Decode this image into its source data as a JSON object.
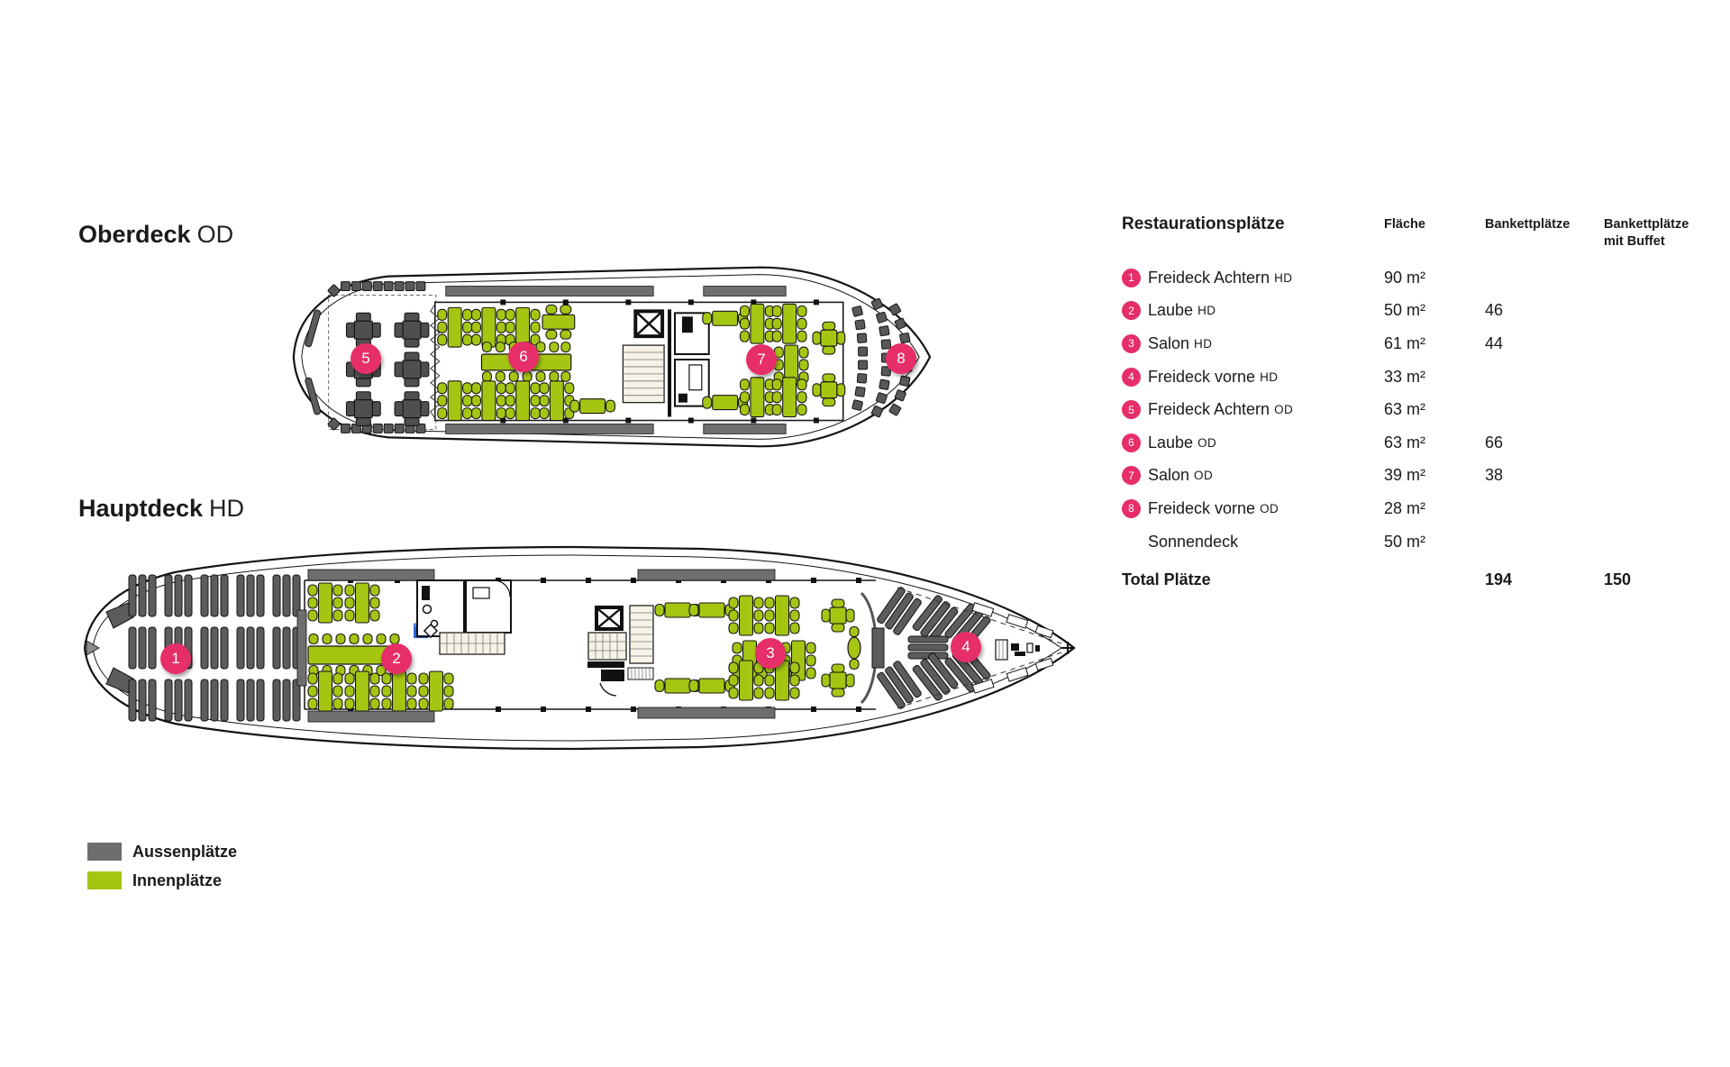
{
  "colors": {
    "pink": "#e62e68",
    "green": "#a4c613",
    "gray": "#6e6e6e"
  },
  "decks": [
    {
      "title": "Oberdeck",
      "code": "OD",
      "markers": [
        "5",
        "6",
        "7",
        "8"
      ]
    },
    {
      "title": "Hauptdeck",
      "code": "HD",
      "markers": [
        "1",
        "2",
        "3",
        "4"
      ]
    }
  ],
  "plan_icons": {
    "wheelchair_symbol": "♿"
  },
  "legend": {
    "items": [
      {
        "label": "Aussenplätze",
        "color": "#6e6e6e"
      },
      {
        "label": "Innenplätze",
        "color": "#a4c613"
      }
    ]
  },
  "table": {
    "title": "Restaurationsplätze",
    "columns": [
      "Fläche",
      "Bankettplätze",
      "Bankettplätze mit Buffet"
    ],
    "rows": [
      {
        "num": "1",
        "name": "Freideck Achtern",
        "deck": "HD",
        "flaeche": "90 m²",
        "bankett": "",
        "buffet": ""
      },
      {
        "num": "2",
        "name": "Laube",
        "deck": "HD",
        "flaeche": "50 m²",
        "bankett": "46",
        "buffet": ""
      },
      {
        "num": "3",
        "name": "Salon",
        "deck": "HD",
        "flaeche": "61 m²",
        "bankett": "44",
        "buffet": ""
      },
      {
        "num": "4",
        "name": "Freideck vorne",
        "deck": "HD",
        "flaeche": "33 m²",
        "bankett": "",
        "buffet": ""
      },
      {
        "num": "5",
        "name": "Freideck Achtern",
        "deck": "OD",
        "flaeche": "63 m²",
        "bankett": "",
        "buffet": ""
      },
      {
        "num": "6",
        "name": "Laube",
        "deck": "OD",
        "flaeche": "63 m²",
        "bankett": "66",
        "buffet": ""
      },
      {
        "num": "7",
        "name": "Salon",
        "deck": "OD",
        "flaeche": "39 m²",
        "bankett": "38",
        "buffet": ""
      },
      {
        "num": "8",
        "name": "Freideck vorne",
        "deck": "OD",
        "flaeche": "28 m²",
        "bankett": "",
        "buffet": ""
      },
      {
        "num": "",
        "name": "Sonnendeck",
        "deck": "",
        "flaeche": "50 m²",
        "bankett": "",
        "buffet": ""
      }
    ],
    "total": {
      "label": "Total Plätze",
      "bankett": "194",
      "buffet": "150"
    }
  }
}
